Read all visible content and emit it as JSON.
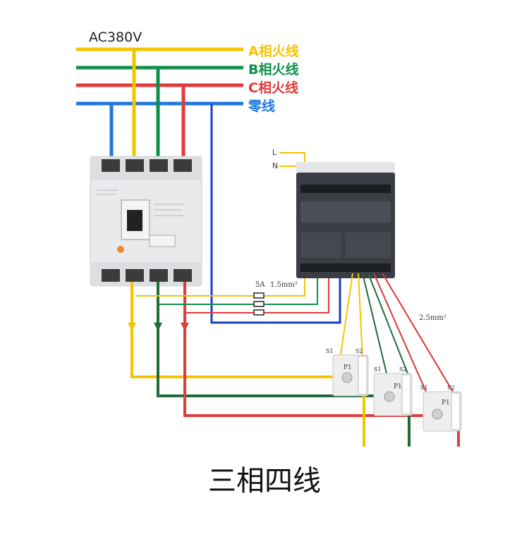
{
  "supply": {
    "label": "AC380V"
  },
  "buses": [
    {
      "label": "A相火线",
      "color": "#f5c400"
    },
    {
      "label": "B相火线",
      "color": "#0f8f4a"
    },
    {
      "label": "C相火线",
      "color": "#e23b3b"
    },
    {
      "label": "零线",
      "color": "#1f78e0"
    }
  ],
  "aux_supply": {
    "l_label": "L",
    "n_label": "N"
  },
  "fuse_rating": "5A",
  "wire_voltage": "1.5mm²",
  "wire_current": "2.5mm²",
  "ct_labels": {
    "s1": "S1",
    "s2": "S2",
    "p1": "P1"
  },
  "colors": {
    "neutral_wire": "#1a3fc0",
    "line_wire_dark": "#1f6b3a",
    "meter_body": "#3a3d44"
  },
  "title": "三相四线"
}
